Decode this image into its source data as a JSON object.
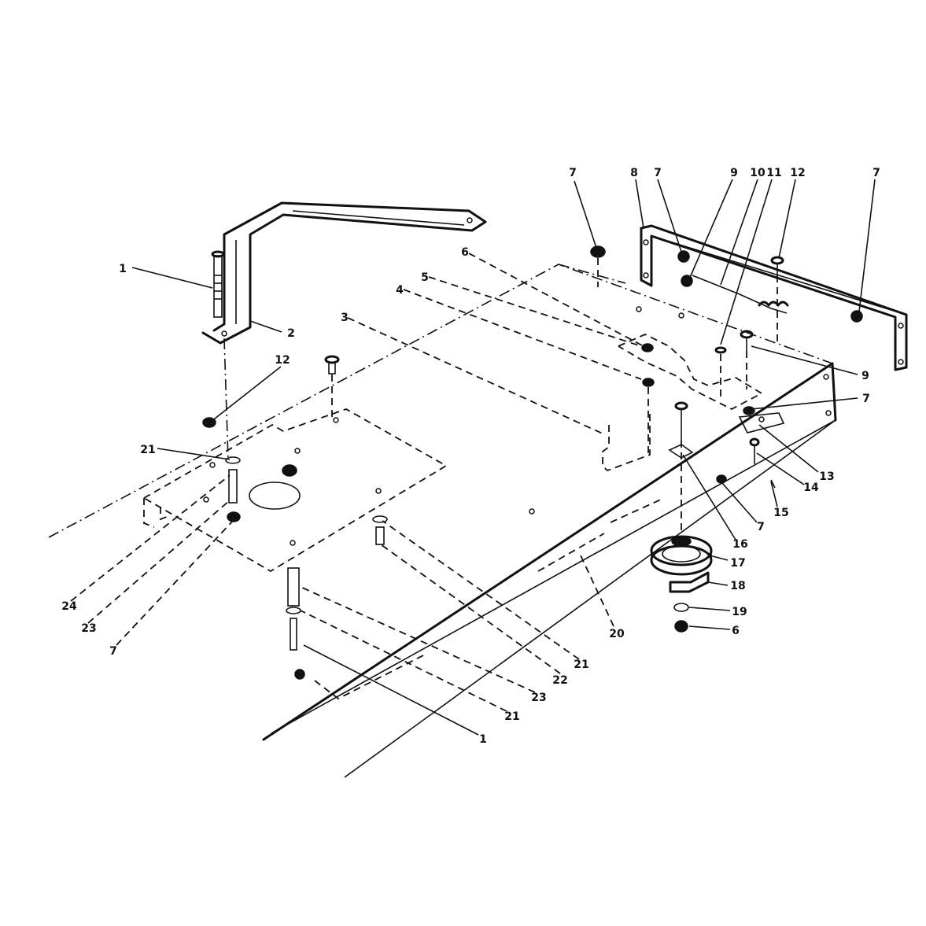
{
  "callouts": [
    {
      "id": "c1a",
      "text": "1"
    },
    {
      "id": "c2",
      "text": "2"
    },
    {
      "id": "c3",
      "text": "3"
    },
    {
      "id": "c4",
      "text": "4"
    },
    {
      "id": "c5",
      "text": "5"
    },
    {
      "id": "c6a",
      "text": "6"
    },
    {
      "id": "c7a",
      "text": "7"
    },
    {
      "id": "c8",
      "text": "8"
    },
    {
      "id": "c7b",
      "text": "7"
    },
    {
      "id": "c9a",
      "text": "9"
    },
    {
      "id": "c10",
      "text": "10"
    },
    {
      "id": "c11",
      "text": "11"
    },
    {
      "id": "c12a",
      "text": "12"
    },
    {
      "id": "c7c",
      "text": "7"
    },
    {
      "id": "c12b",
      "text": "12"
    },
    {
      "id": "c9b",
      "text": "9"
    },
    {
      "id": "c7d",
      "text": "7"
    },
    {
      "id": "c13",
      "text": "13"
    },
    {
      "id": "c14",
      "text": "14"
    },
    {
      "id": "c15",
      "text": "15"
    },
    {
      "id": "c7e",
      "text": "7"
    },
    {
      "id": "c16",
      "text": "16"
    },
    {
      "id": "c17",
      "text": "17"
    },
    {
      "id": "c18",
      "text": "18"
    },
    {
      "id": "c19",
      "text": "19"
    },
    {
      "id": "c6b",
      "text": "6"
    },
    {
      "id": "c21a",
      "text": "21"
    },
    {
      "id": "c24",
      "text": "24"
    },
    {
      "id": "c23a",
      "text": "23"
    },
    {
      "id": "c7f",
      "text": "7"
    },
    {
      "id": "c20",
      "text": "20"
    },
    {
      "id": "c21b",
      "text": "21"
    },
    {
      "id": "c22",
      "text": "22"
    },
    {
      "id": "c23b",
      "text": "23"
    },
    {
      "id": "c21c",
      "text": "21"
    },
    {
      "id": "c1b",
      "text": "1"
    }
  ]
}
